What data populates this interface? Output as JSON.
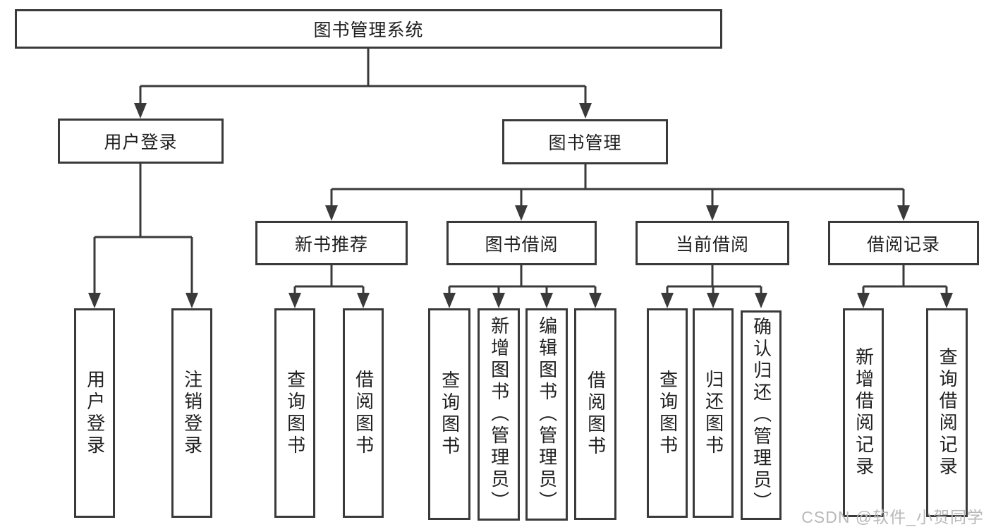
{
  "diagram": {
    "root": {
      "label": "图书管理系统"
    },
    "level2": [
      {
        "label": "用户登录"
      },
      {
        "label": "图书管理"
      }
    ],
    "level3": [
      {
        "label": "新书推荐"
      },
      {
        "label": "图书借阅"
      },
      {
        "label": "当前借阅"
      },
      {
        "label": "借阅记录"
      }
    ],
    "leaves": {
      "user_login": [
        {
          "label": "用户登录"
        },
        {
          "label": "注销登录"
        }
      ],
      "new_book": [
        {
          "label": "查询图书"
        },
        {
          "label": "借阅图书"
        }
      ],
      "borrow": [
        {
          "label": "查询图书"
        },
        {
          "label": "新增图书（管理员）"
        },
        {
          "label": "编辑图书（管理员）"
        },
        {
          "label": "借阅图书"
        }
      ],
      "current": [
        {
          "label": "查询图书"
        },
        {
          "label": "归还图书"
        },
        {
          "label": "确认归还（管理员）"
        }
      ],
      "records": [
        {
          "label": "新增借阅记录"
        },
        {
          "label": "查询借阅记录"
        }
      ]
    }
  },
  "watermark": {
    "text": "CSDN @软件_小贺同学"
  },
  "colors": {
    "line": "#3a3a3a",
    "text": "#1f1f1f",
    "background": "#ffffff",
    "watermark": "#b9b9b9"
  }
}
